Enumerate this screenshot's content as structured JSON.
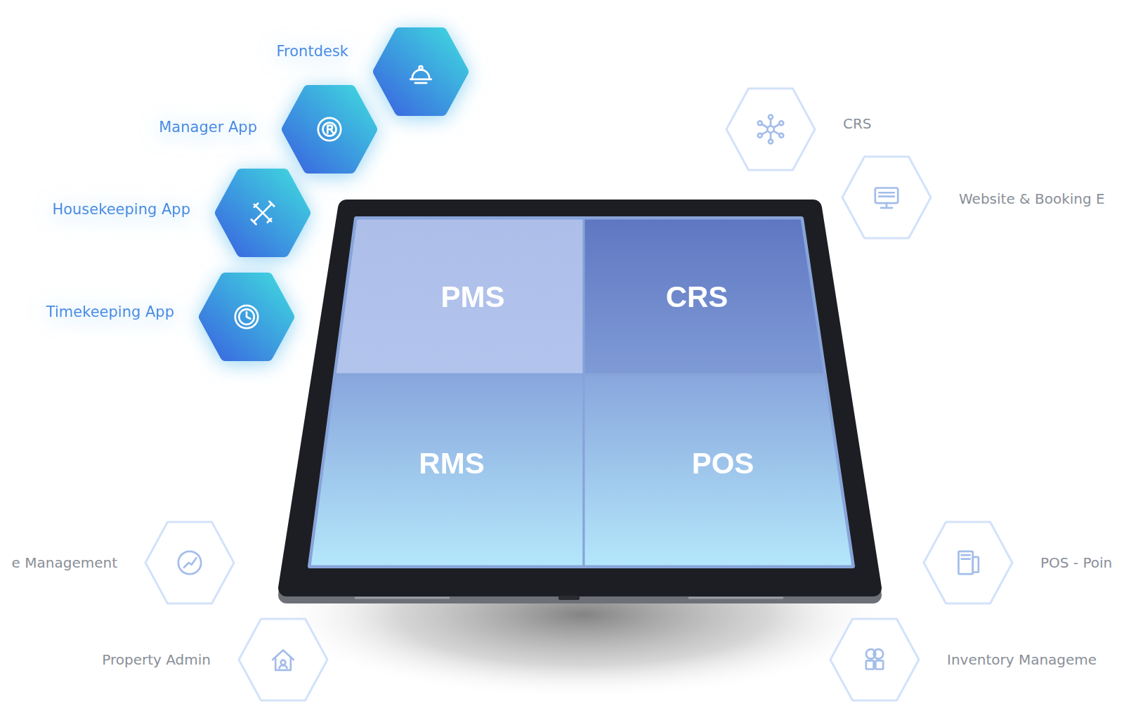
{
  "diagram": {
    "nodes": [
      {
        "text": [
          "Frontdesk"
        ]
      },
      {
        "text": [
          "Manager App"
        ]
      },
      {
        "text": [
          "Housekeeping App"
        ]
      },
      {
        "text": [
          "Timekeeping App"
        ]
      },
      {
        "text": [
          "CRS"
        ]
      },
      {
        "text": [
          "Website & Booking E"
        ]
      },
      {
        "text": [
          "PMS"
        ]
      },
      {
        "text": [
          "CRS"
        ]
      },
      {
        "text": [
          "RMS"
        ]
      },
      {
        "text": [
          "POS"
        ]
      },
      {
        "text": [
          "e Management"
        ]
      },
      {
        "text": [
          "Property Admin"
        ]
      },
      {
        "text": [
          "POS - Poin"
        ]
      },
      {
        "text": [
          "Inventory Manageme"
        ]
      }
    ]
  }
}
